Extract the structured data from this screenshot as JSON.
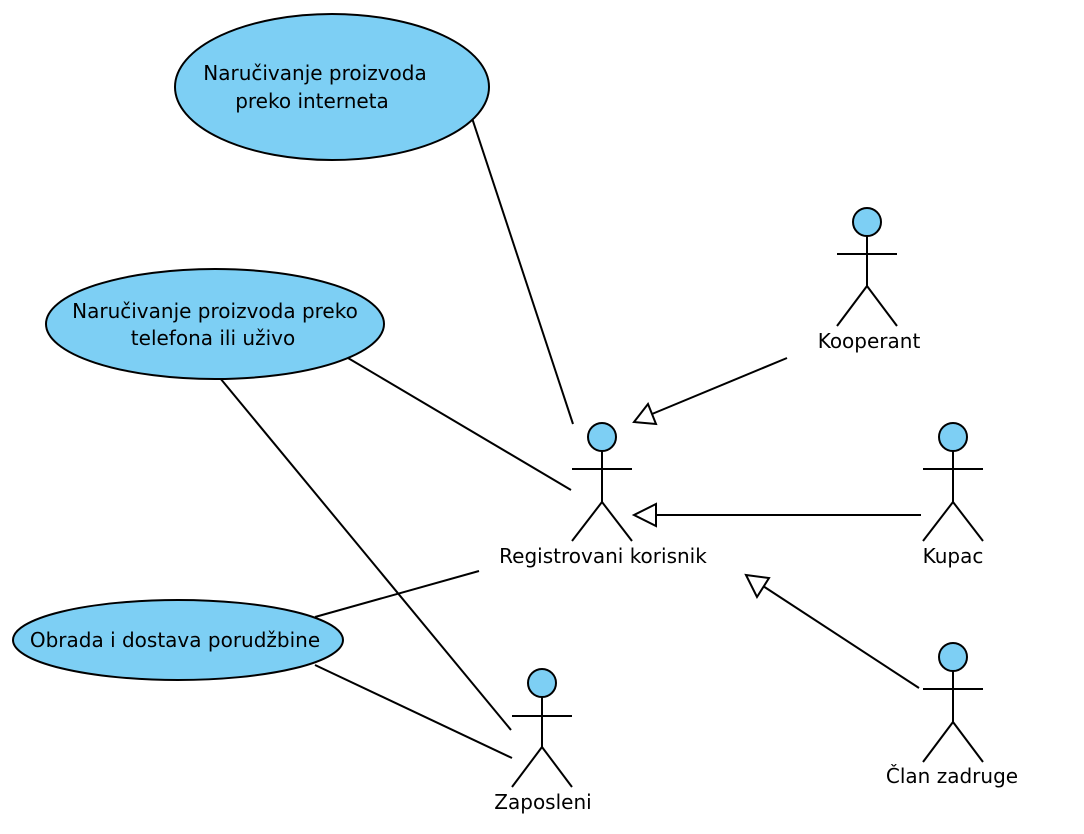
{
  "diagram": {
    "use_cases": [
      {
        "id": "uc1",
        "lines": [
          "Naručivanje proizvoda",
          "preko interneta"
        ]
      },
      {
        "id": "uc2",
        "lines": [
          "Naručivanje proizvoda preko",
          "telefona ili uživo"
        ]
      },
      {
        "id": "uc3",
        "lines": [
          "Obrada i dostava porudžbine"
        ]
      }
    ],
    "actors": [
      {
        "id": "a_kooperant",
        "label": "Kooperant"
      },
      {
        "id": "a_registrovani",
        "label": "Registrovani korisnik"
      },
      {
        "id": "a_kupac",
        "label": "Kupac"
      },
      {
        "id": "a_clan",
        "label": "Član zadruge"
      },
      {
        "id": "a_zaposleni",
        "label": "Zaposleni"
      }
    ],
    "associations": [
      {
        "from": "uc1",
        "to": "a_registrovani"
      },
      {
        "from": "uc2",
        "to": "a_registrovani"
      },
      {
        "from": "uc2",
        "to": "a_zaposleni"
      },
      {
        "from": "uc3",
        "to": "a_registrovani"
      },
      {
        "from": "uc3",
        "to": "a_zaposleni"
      }
    ],
    "generalizations": [
      {
        "child": "a_kooperant",
        "parent": "a_registrovani"
      },
      {
        "child": "a_kupac",
        "parent": "a_registrovani"
      },
      {
        "child": "a_clan",
        "parent": "a_registrovani"
      }
    ],
    "colors": {
      "fill": "#7dcff4",
      "stroke": "#000000",
      "background": "#ffffff"
    }
  }
}
